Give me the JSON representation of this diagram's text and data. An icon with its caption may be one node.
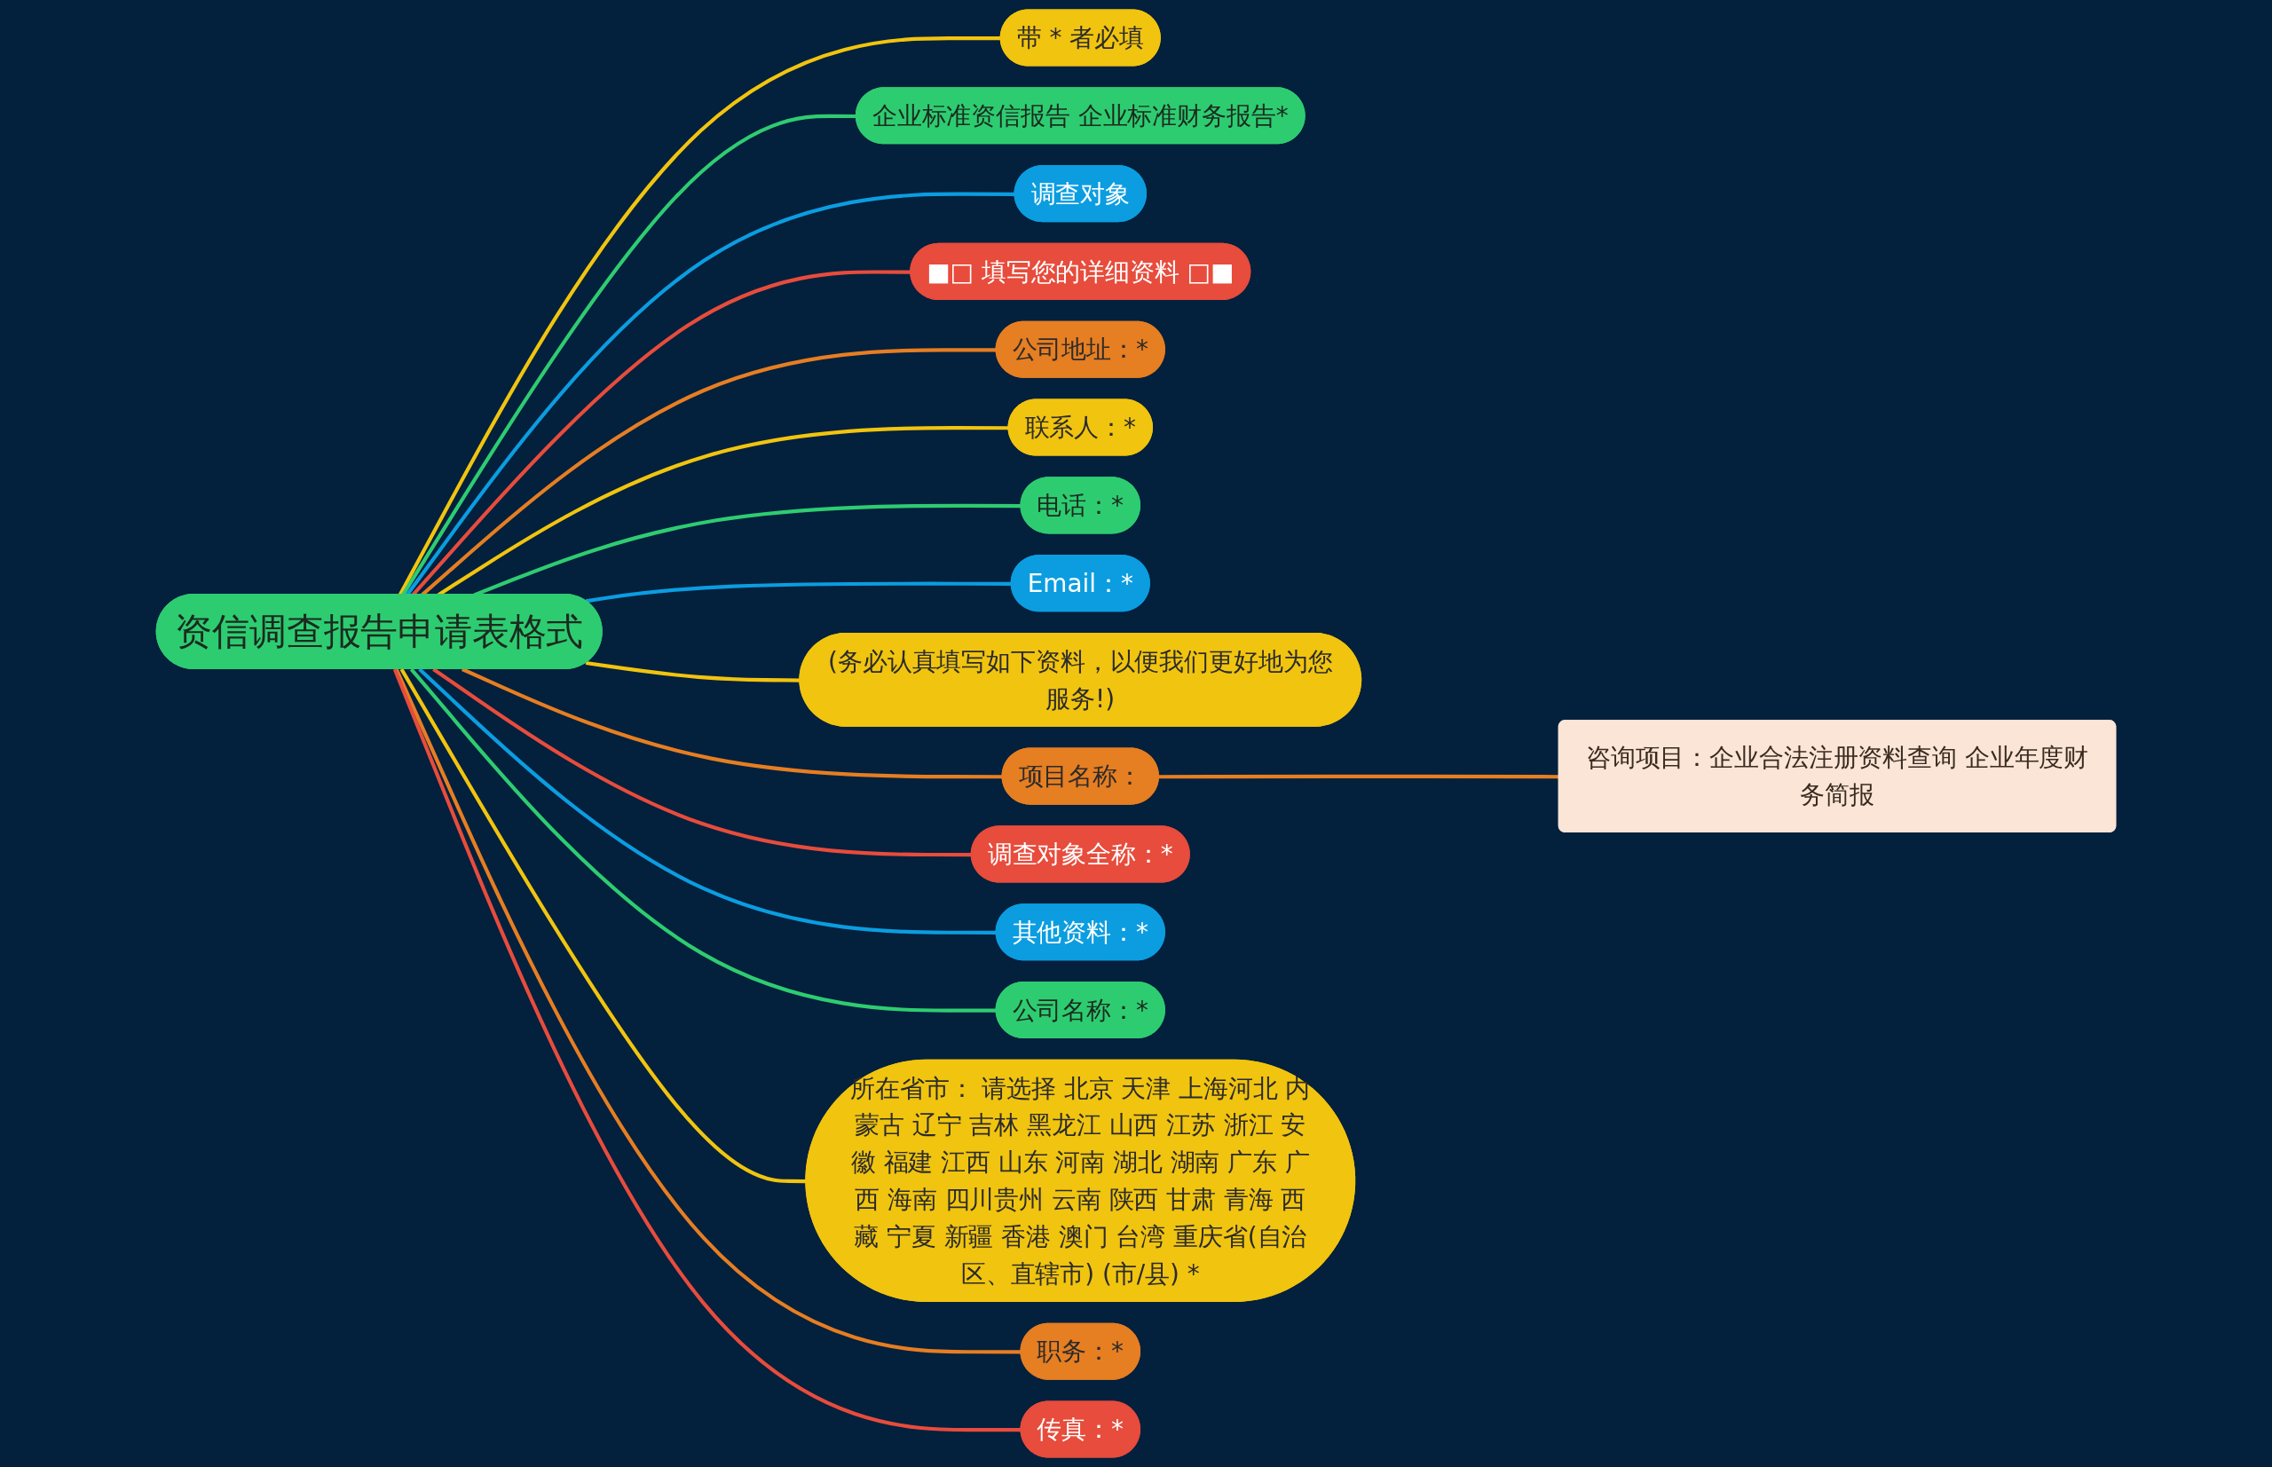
{
  "diagram": {
    "nodes": [
      {
        "text": [
          "资信调查报告申请表格式"
        ]
      },
      {
        "text": [
          "带 * 者必填"
        ]
      },
      {
        "text": [
          "企业标准资信报告 企业标准财务报告*"
        ]
      },
      {
        "text": [
          "调查对象"
        ]
      },
      {
        "text": [
          "■□ 填写您的详细资料 □■"
        ]
      },
      {
        "text": [
          "公司地址：*"
        ]
      },
      {
        "text": [
          "联系人：*"
        ]
      },
      {
        "text": [
          "电话：*"
        ]
      },
      {
        "text": [
          "Email：*"
        ]
      },
      {
        "text": [
          "(务必认真填写如下资料，以便我们更好地为您服务!)"
        ]
      },
      {
        "text": [
          "项目名称："
        ]
      },
      {
        "text": [
          "咨询项目：企业合法注册资料查询 企业年度财务简报"
        ]
      },
      {
        "text": [
          "调查对象全称：*"
        ]
      },
      {
        "text": [
          "其他资料：*"
        ]
      },
      {
        "text": [
          "公司名称：*"
        ]
      },
      {
        "text": [
          "所在省市： 请选择 北京 天津 上海河北 内蒙古 辽宁 吉林 黑龙江 山西 江苏 浙江 安徽 福建 江西 山东 河南 湖北 湖南 广东 广西 海南 四川贵州 云南 陕西 甘肃 青海 西藏 宁夏 新疆 香港 澳门 台湾 重庆省(自治区、直辖市) (市/县) *"
        ]
      },
      {
        "text": [
          "职务：*"
        ]
      },
      {
        "text": [
          "传真：*"
        ]
      }
    ],
    "edges": [
      {
        "from": 0,
        "to": 1,
        "arrow": "none",
        "color": "#f1c40f"
      },
      {
        "from": 0,
        "to": 2,
        "arrow": "none",
        "color": "#2ecc71"
      },
      {
        "from": 0,
        "to": 3,
        "arrow": "none",
        "color": "#0b9de0"
      },
      {
        "from": 0,
        "to": 4,
        "arrow": "none",
        "color": "#e74c3c"
      },
      {
        "from": 0,
        "to": 5,
        "arrow": "none",
        "color": "#e67e22"
      },
      {
        "from": 0,
        "to": 6,
        "arrow": "none",
        "color": "#f1c40f"
      },
      {
        "from": 0,
        "to": 7,
        "arrow": "none",
        "color": "#2ecc71"
      },
      {
        "from": 0,
        "to": 8,
        "arrow": "none",
        "color": "#0b9de0"
      },
      {
        "from": 0,
        "to": 9,
        "arrow": "none",
        "color": "#f1c40f"
      },
      {
        "from": 0,
        "to": 10,
        "arrow": "none",
        "color": "#e67e22"
      },
      {
        "from": 10,
        "to": 11,
        "arrow": "none",
        "color": "#e67e22"
      },
      {
        "from": 0,
        "to": 12,
        "arrow": "none",
        "color": "#e74c3c"
      },
      {
        "from": 0,
        "to": 13,
        "arrow": "none",
        "color": "#0b9de0"
      },
      {
        "from": 0,
        "to": 14,
        "arrow": "none",
        "color": "#2ecc71"
      },
      {
        "from": 0,
        "to": 15,
        "arrow": "none",
        "color": "#f1c40f"
      },
      {
        "from": 0,
        "to": 16,
        "arrow": "none",
        "color": "#e67e22"
      },
      {
        "from": 0,
        "to": 17,
        "arrow": "none",
        "color": "#e74c3c"
      }
    ]
  }
}
